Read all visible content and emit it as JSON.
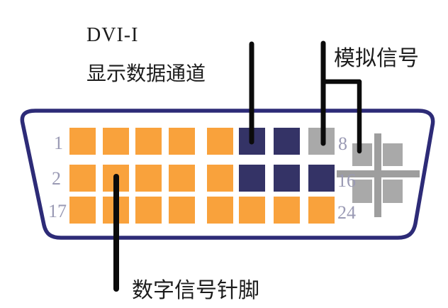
{
  "header": {
    "connector_type": "DVI-I",
    "display_data_channel_label": "显示数据通道"
  },
  "callouts": {
    "analog_signal_label": "模拟信号",
    "digital_signal_label": "数字信号针脚"
  },
  "pin_labels": {
    "row1_first": "1",
    "row2_first": "2",
    "row3_first": "17",
    "row1_last": "8",
    "row2_last": "16",
    "row3_last": "24"
  },
  "pin_grid": {
    "legend": {
      "digital": "数字信号针脚",
      "ddc": "显示数据通道",
      "analog": "模拟信号"
    },
    "rows": [
      {
        "first_pin": "1",
        "last_pin": "8",
        "types": [
          "digital",
          "digital",
          "digital",
          "digital",
          "digital",
          "ddc",
          "ddc",
          "analog"
        ]
      },
      {
        "first_pin": "2",
        "last_pin": "16",
        "types": [
          "digital",
          "digital",
          "digital",
          "digital",
          "digital",
          "ddc",
          "ddc",
          "ddc"
        ]
      },
      {
        "first_pin": "17",
        "last_pin": "24",
        "types": [
          "digital",
          "digital",
          "digital",
          "digital",
          "digital",
          "digital",
          "digital",
          "digital"
        ]
      }
    ],
    "analog_section_pads": 4
  },
  "colors": {
    "digital_pin": "#F9A23C",
    "ddc_pin": "#343366",
    "analog_pin": "#A9A9A9",
    "cross": "#9E9E9E",
    "outline": "#2D2B77",
    "pin_label": "#9A9AB4",
    "callout_line": "#0B0B0B",
    "text": "#1C1C1C"
  }
}
